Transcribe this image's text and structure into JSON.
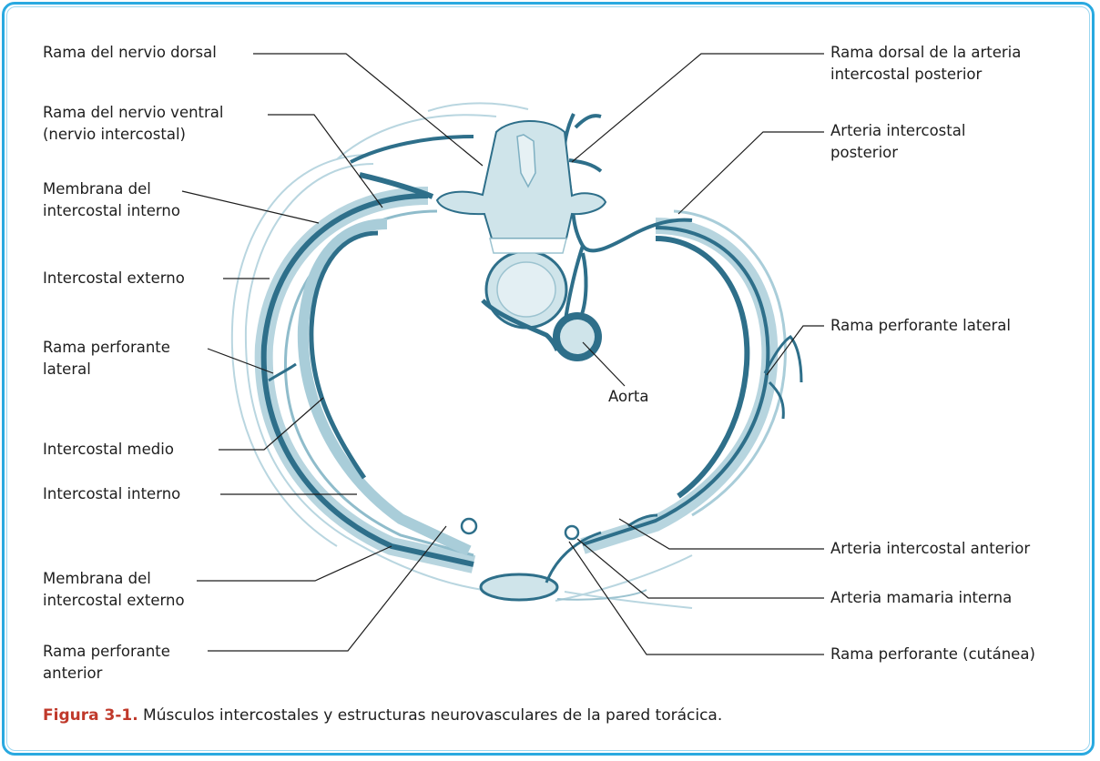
{
  "labels": {
    "nervio_dorsal": [
      "Rama del nervio dorsal"
    ],
    "nervio_ventral": [
      "Rama del nervio ventral",
      "(nervio intercostal)"
    ],
    "membrana_interno": [
      "Membrana del",
      "intercostal interno"
    ],
    "intercostal_externo": [
      "Intercostal externo"
    ],
    "perforante_lateral_izq": [
      "Rama perforante",
      "lateral"
    ],
    "intercostal_medio": [
      "Intercostal medio"
    ],
    "intercostal_interno": [
      "Intercostal interno"
    ],
    "membrana_externo": [
      "Membrana del",
      "intercostal externo"
    ],
    "perforante_anterior": [
      "Rama perforante",
      "anterior"
    ],
    "dorsal_arteria": [
      "Rama dorsal de la arteria",
      "intercostal posterior"
    ],
    "arteria_posterior": [
      "Arteria intercostal",
      "posterior"
    ],
    "perforante_lateral_der": [
      "Rama perforante lateral"
    ],
    "aorta": [
      "Aorta"
    ],
    "arteria_anterior": [
      "Arteria intercostal anterior"
    ],
    "arteria_mamaria": [
      "Arteria mamaria interna"
    ],
    "perforante_cutanea": [
      "Rama perforante (cutánea)"
    ]
  },
  "caption": {
    "number": "Figura 3-1.",
    "text": " Músculos intercostales y estructuras neurovasculares de la pared torácica."
  },
  "colors": {
    "frame": "#29a9e0",
    "vessel": "#2e6f8a",
    "vessel_light": "#a9cdd9",
    "bone": "#cfe4ea"
  }
}
